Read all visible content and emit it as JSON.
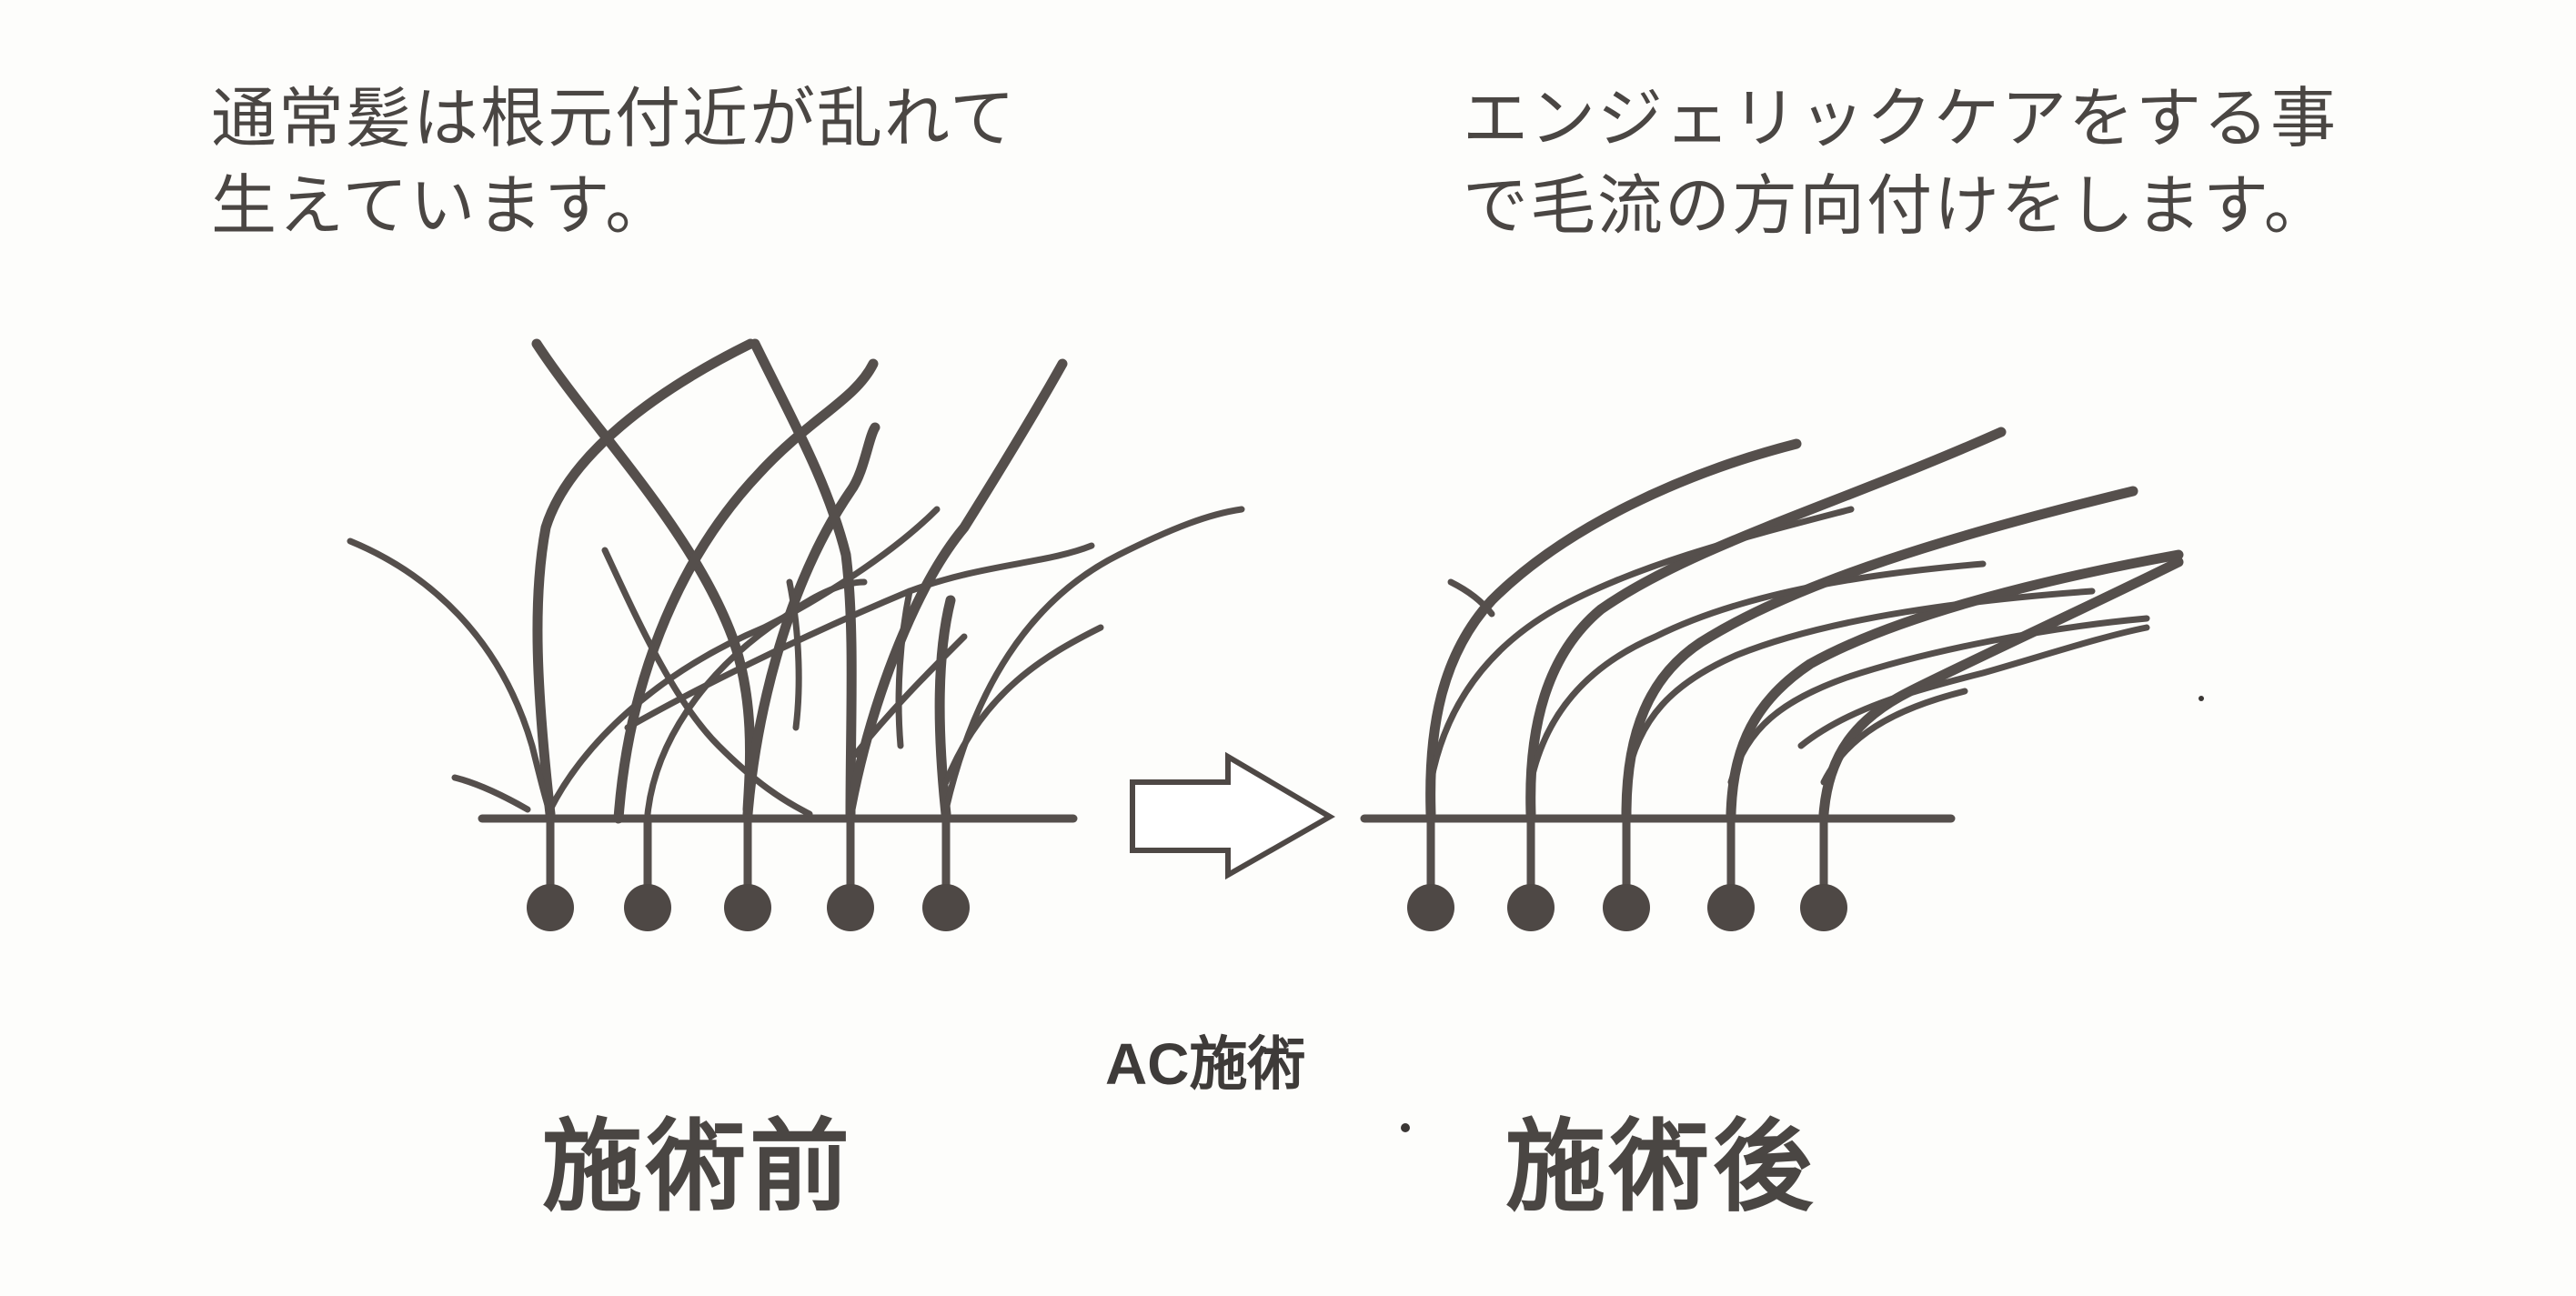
{
  "captions": {
    "left_line1": "通常髪は根元付近が乱れて",
    "left_line2": "生えています。",
    "right_line1": "エンジェリックケアをする事",
    "right_line2": "で毛流の方向付けをします。"
  },
  "titles": {
    "before": "施術前",
    "after": "施術後"
  },
  "arrow_label": "AC施術",
  "colors": {
    "ink": "#4a4643",
    "hair": "#5a5350",
    "background": "#fdfdfb"
  }
}
